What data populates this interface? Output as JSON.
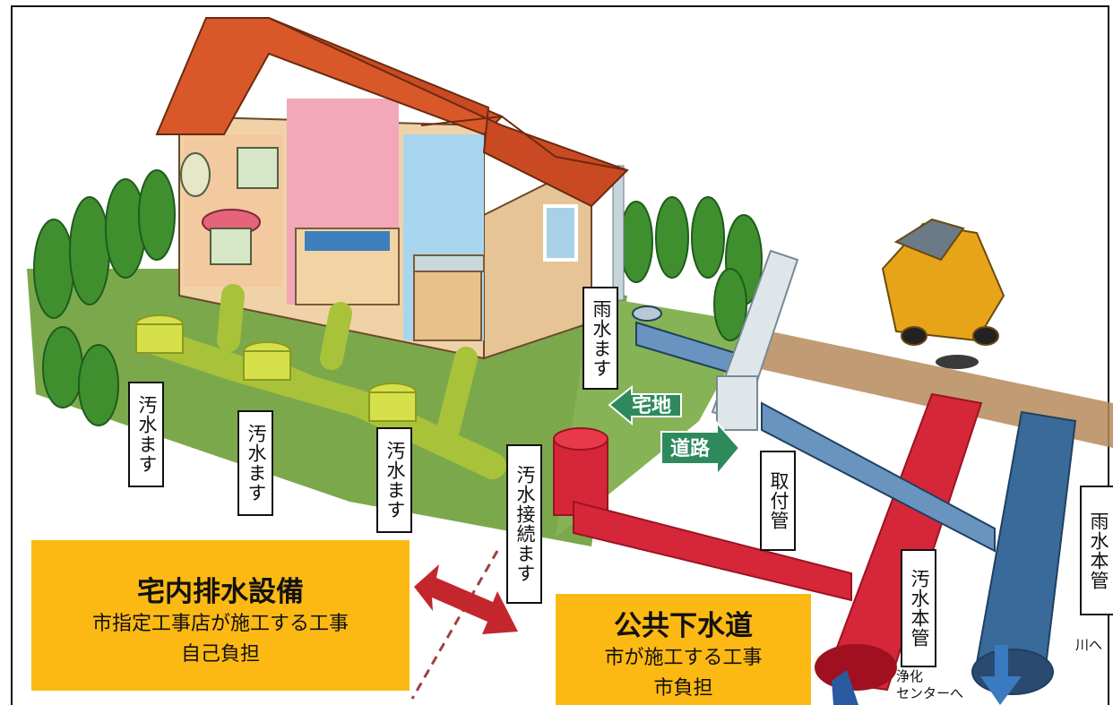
{
  "labels": {
    "osui_masu": "汚水ます",
    "usui_masu": "雨水ます",
    "osui_setsuzoku_masu": "汚水接続ます",
    "toritsuke_kan": "取付管",
    "osui_honkan": "汚水本管",
    "usui_honkan": "雨水本管",
    "takuchi": "宅地",
    "doro": "道路",
    "kawa_he": "川へ",
    "jouka_center_line1": "浄化",
    "jouka_center_line2": "センターへ"
  },
  "private_box": {
    "title": "宅内排水設備",
    "line1": "市指定工事店が施工する工事",
    "line2": "自己負担"
  },
  "public_box": {
    "title": "公共下水道",
    "line1": "市が施工する工事",
    "line2": "市負担"
  },
  "colors": {
    "ground": "#79a84a",
    "roof": "#d8582a",
    "wall": "#e8c79a",
    "sewage_pipe": "#c9dc4a",
    "public_sewer": "#d6263a",
    "rain_main": "#3a6a9a",
    "box": "#fdb913"
  }
}
